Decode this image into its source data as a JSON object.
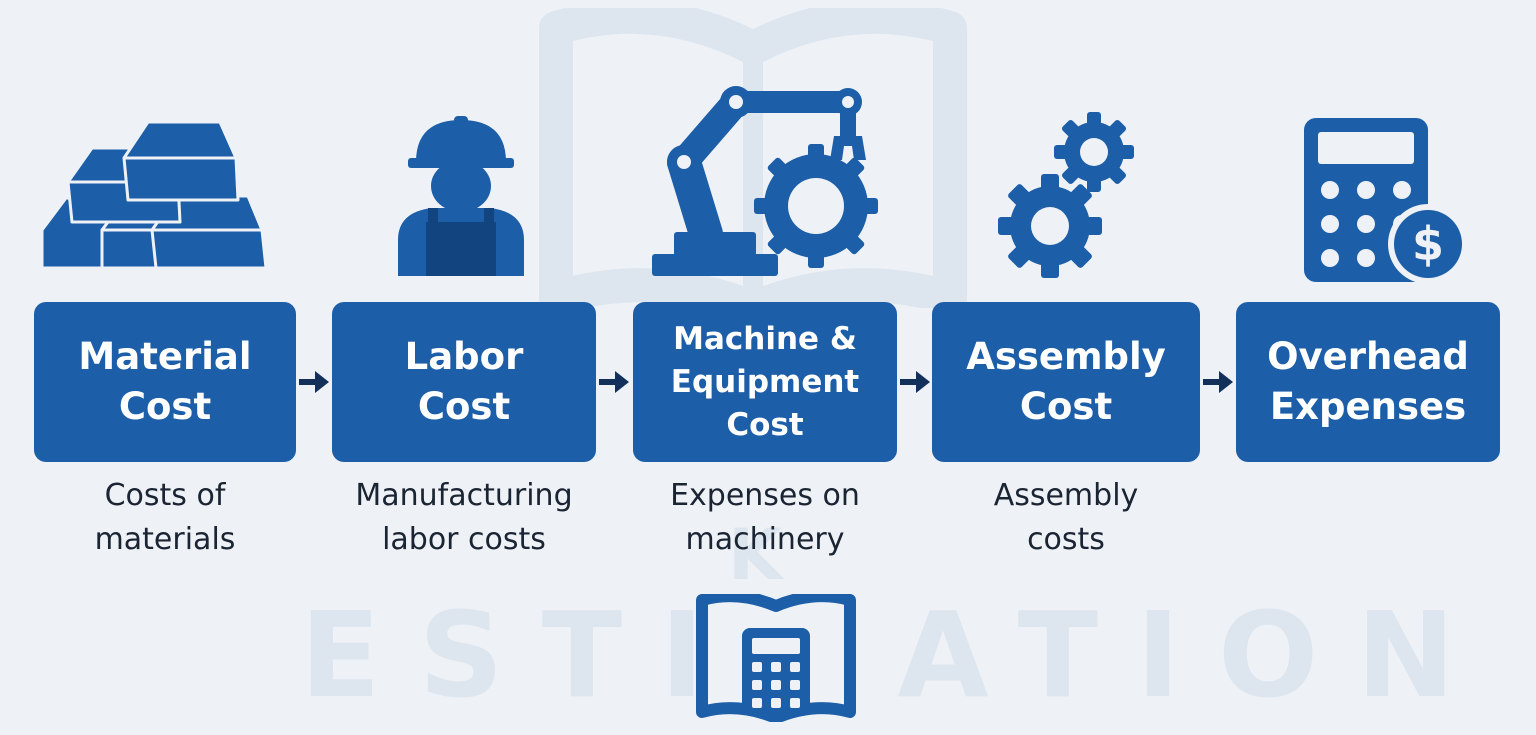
{
  "colors": {
    "primary": "#1d5ea8",
    "background": "#eef2f7",
    "watermark": "#dde5ee",
    "arrow": "#13305a",
    "text": "#1b2433"
  },
  "watermark": {
    "text": "ESTIMATION",
    "mark": "K"
  },
  "steps": [
    {
      "title": "Material\nCost",
      "description": "Costs of\nmaterials",
      "icon": "gold-bars-icon"
    },
    {
      "title": "Labor\nCost",
      "description": "Manufacturing\nlabor costs",
      "icon": "worker-icon"
    },
    {
      "title": "Machine &\nEquipment\nCost",
      "description": "Expenses on\nmachinery",
      "icon": "robotic-arm-gear-icon"
    },
    {
      "title": "Assembly\nCost",
      "description": "Assembly\ncosts",
      "icon": "gears-icon"
    },
    {
      "title": "Overhead\nExpenses",
      "description": "",
      "icon": "calculator-dollar-icon"
    }
  ],
  "bottom_icon": "book-calculator-icon"
}
